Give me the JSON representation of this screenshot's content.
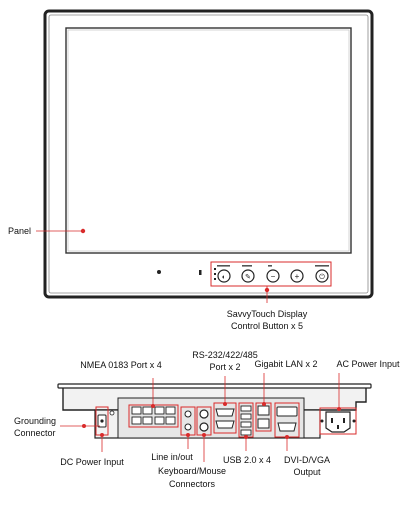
{
  "front": {
    "panel_label": "Panel",
    "buttons_caption_line1": "SavvyTouch Display",
    "buttons_caption_line2": "Control Button x 5",
    "button_glyphs": [
      "◐",
      "✎",
      "−",
      "+",
      "⏻"
    ],
    "accent_color": "#d92b2b"
  },
  "rear": {
    "nmea_label": "NMEA 0183 Port x 4",
    "rs232_line1": "RS-232/422/485",
    "rs232_line2": "Port x 2",
    "lan_label": "Gigabit LAN x 2",
    "ac_label": "AC Power Input",
    "grounding_line1": "Grounding",
    "grounding_line2": "Connector",
    "dc_label": "DC Power Input",
    "line_io_label": "Line in/out",
    "kbm_line1": "Keyboard/Mouse",
    "kbm_line2": "Connectors",
    "usb_label": "USB 2.0 x 4",
    "dvi_line1": "DVI-D/VGA",
    "dvi_line2": "Output"
  }
}
